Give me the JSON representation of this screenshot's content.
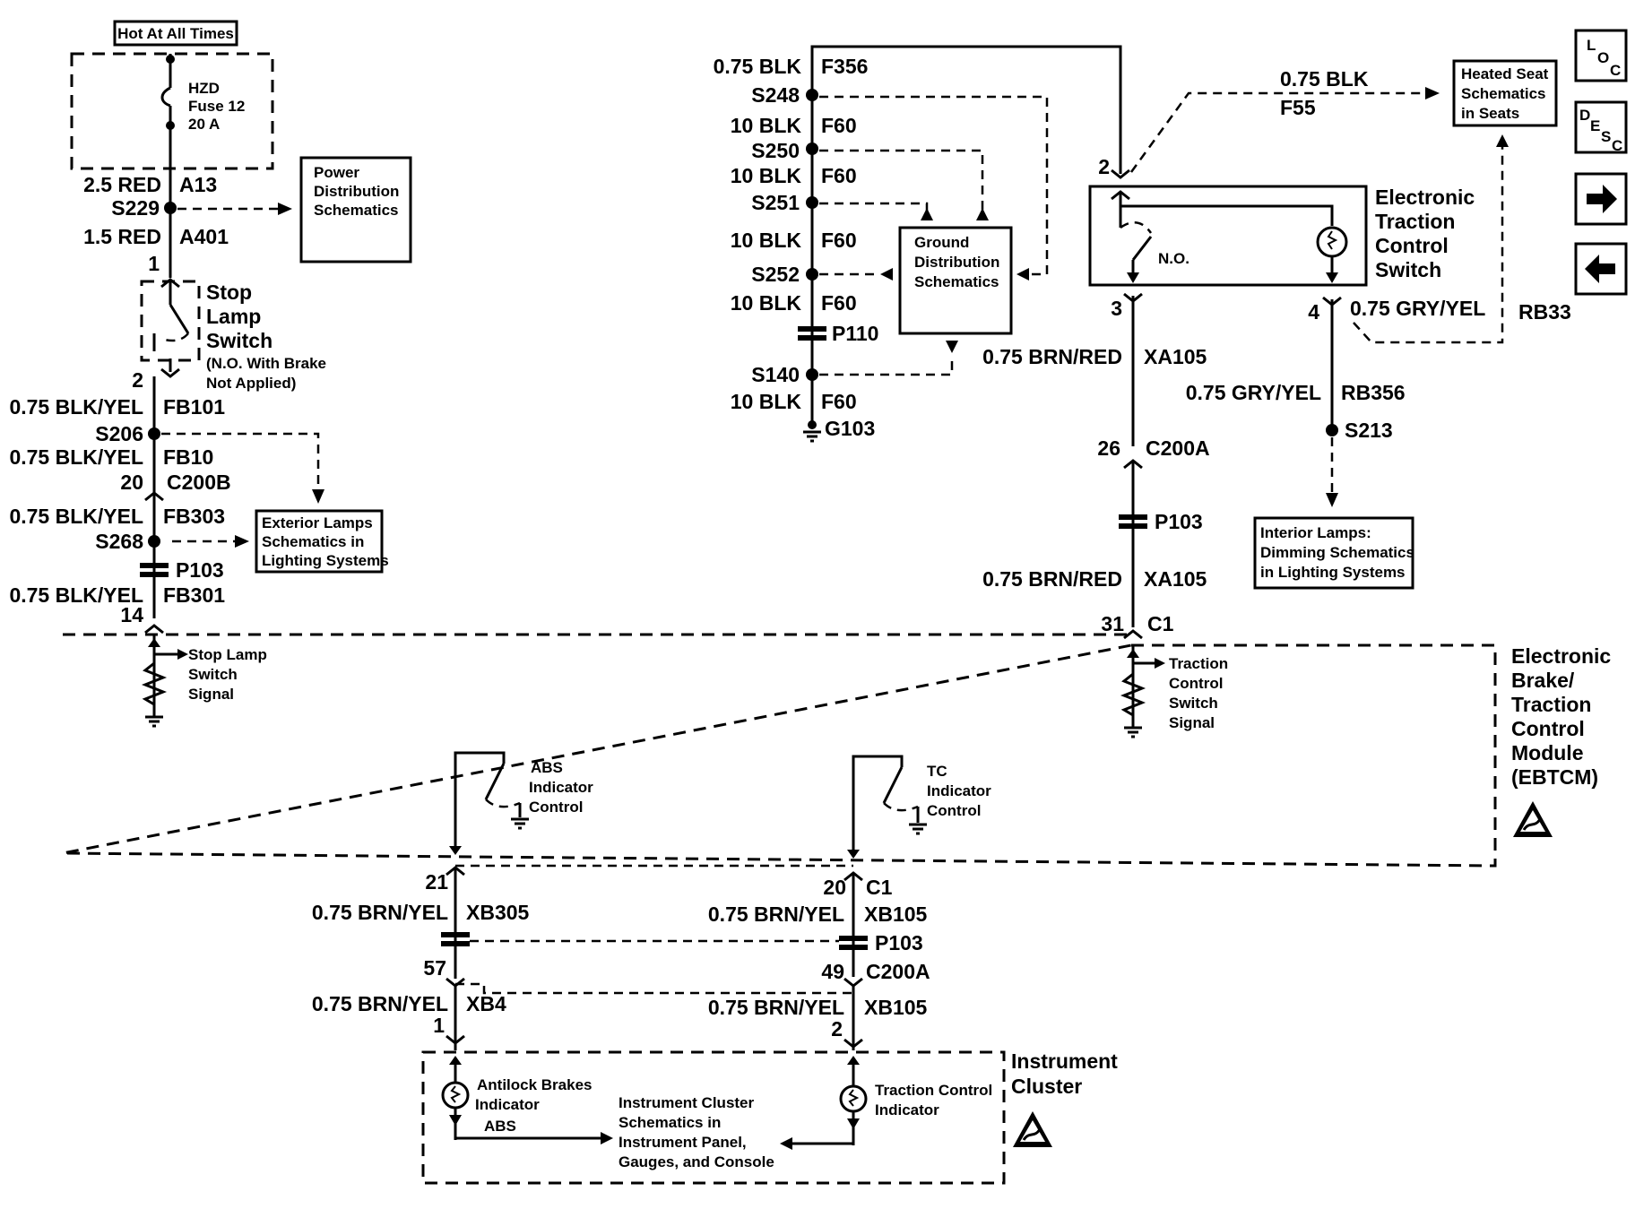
{
  "labels": {
    "hot_at_all_times": "Hot At All Times",
    "fuse_1": "HZD",
    "fuse_2": "Fuse 12",
    "fuse_3": "20 A",
    "power_dist_1": "Power",
    "power_dist_2": "Distribution",
    "power_dist_3": "Schematics",
    "stop_lamp_1": "Stop",
    "stop_lamp_2": "Lamp",
    "stop_lamp_3": "Switch",
    "stop_lamp_4": "(N.O. With Brake",
    "stop_lamp_5": "Not Applied)",
    "ext_lamps_1": "Exterior Lamps",
    "ext_lamps_2": "Schematics in",
    "ext_lamps_3": "Lighting Systems",
    "ground_1": "Ground",
    "ground_2": "Distribution",
    "ground_3": "Schematics",
    "etcs_1": "Electronic",
    "etcs_2": "Traction",
    "etcs_3": "Control",
    "etcs_4": "Switch",
    "etcs_no": "N.O.",
    "heated_1": "Heated Seat",
    "heated_2": "Schematics",
    "heated_3": "in Seats",
    "interior_1": "Interior Lamps:",
    "interior_2": "Dimming Schematics",
    "interior_3": "in Lighting Systems",
    "stop_sig_1": "Stop Lamp",
    "stop_sig_2": "Switch",
    "stop_sig_3": "Signal",
    "tc_sig_1": "Traction",
    "tc_sig_2": "Control",
    "tc_sig_3": "Switch",
    "tc_sig_4": "Signal",
    "abs_ctl_1": "ABS",
    "abs_ctl_2": "Indicator",
    "abs_ctl_3": "Control",
    "tc_ctl_1": "TC",
    "tc_ctl_2": "Indicator",
    "tc_ctl_3": "Control",
    "ebtcm_1": "Electronic",
    "ebtcm_2": "Brake/",
    "ebtcm_3": "Traction",
    "ebtcm_4": "Control",
    "ebtcm_5": "Module",
    "ebtcm_6": "(EBTCM)",
    "abs_ind_1": "Antilock Brakes",
    "abs_ind_2": "Indicator",
    "abs_ind_3": "ABS",
    "tc_ind_1": "Traction Control",
    "tc_ind_2": "Indicator",
    "ic_sch_1": "Instrument Cluster",
    "ic_sch_2": "Schematics in",
    "ic_sch_3": "Instrument Panel,",
    "ic_sch_4": "Gauges, and Console",
    "ic_1": "Instrument",
    "ic_2": "Cluster"
  },
  "wires": {
    "w_25red": "2.5 RED",
    "c_a13": "A13",
    "s229": "S229",
    "w_15red": "1.5 RED",
    "c_a401": "A401",
    "pin_1": "1",
    "pin_2": "2",
    "w_fb101": "0.75 BLK/YEL",
    "c_fb101": "FB101",
    "s206": "S206",
    "w_fb10": "0.75 BLK/YEL",
    "c_fb10": "FB10",
    "pin_20": "20",
    "c_c200b": "C200B",
    "w_fb303": "0.75 BLK/YEL",
    "c_fb303": "FB303",
    "s268": "S268",
    "p103_a": "P103",
    "w_fb301": "0.75 BLK/YEL",
    "c_fb301": "FB301",
    "pin_14": "14",
    "w_f356": "0.75 BLK",
    "c_f356": "F356",
    "s248": "S248",
    "w_f60a": "10 BLK",
    "c_f60a": "F60",
    "s250": "S250",
    "w_f60b": "10 BLK",
    "c_f60b": "F60",
    "s251": "S251",
    "w_f60c": "10 BLK",
    "c_f60c": "F60",
    "s252": "S252",
    "w_f60d": "10 BLK",
    "c_f60d": "F60",
    "p110": "P110",
    "s140": "S140",
    "w_f60e": "10 BLK",
    "c_f60e": "F60",
    "g103": "G103",
    "pin_sw2": "2",
    "w_f55": "0.75 BLK",
    "c_f55": "F55",
    "pin_3": "3",
    "w_xa105a": "0.75 BRN/RED",
    "c_xa105a": "XA105",
    "pin_4": "4",
    "w_rb33": "0.75 GRY/YEL",
    "c_rb33": "RB33",
    "w_rb356": "0.75 GRY/YEL",
    "c_rb356": "RB356",
    "s213": "S213",
    "pin_26": "26",
    "c_c200a_a": "C200A",
    "p103_b": "P103",
    "w_xa105b": "0.75 BRN/RED",
    "c_xa105b": "XA105",
    "pin_31": "31",
    "c_c1_a": "C1",
    "pin_21": "21",
    "w_xb305": "0.75 BRN/YEL",
    "c_xb305": "XB305",
    "pin_57": "57",
    "w_xb4": "0.75 BRN/YEL",
    "c_xb4": "XB4",
    "pin_ic1": "1",
    "pin_20b": "20",
    "c_c1_b": "C1",
    "w_xb105a": "0.75 BRN/YEL",
    "c_xb105a": "XB105",
    "p103_c": "P103",
    "pin_49": "49",
    "c_c200a_b": "C200A",
    "w_xb105b": "0.75 BRN/YEL",
    "c_xb105b": "XB105",
    "pin_ic2": "2"
  },
  "nav": {
    "loc_l": "L",
    "loc_o": "O",
    "loc_c": "C",
    "desc_d": "D",
    "desc_e": "E",
    "desc_s": "S",
    "desc_c": "C"
  }
}
